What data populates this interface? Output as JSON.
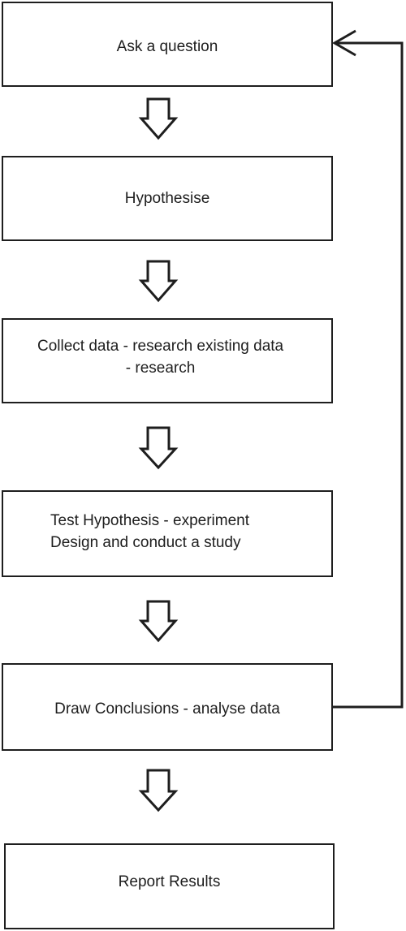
{
  "steps": [
    {
      "label": "Ask a question"
    },
    {
      "label": "Hypothesise"
    },
    {
      "label": "Collect data - research existing data\n- research"
    },
    {
      "label": "Test Hypothesis - experiment\nDesign and conduct a study"
    },
    {
      "label": "Draw Conclusions - analyse data"
    },
    {
      "label": "Report Results"
    }
  ]
}
